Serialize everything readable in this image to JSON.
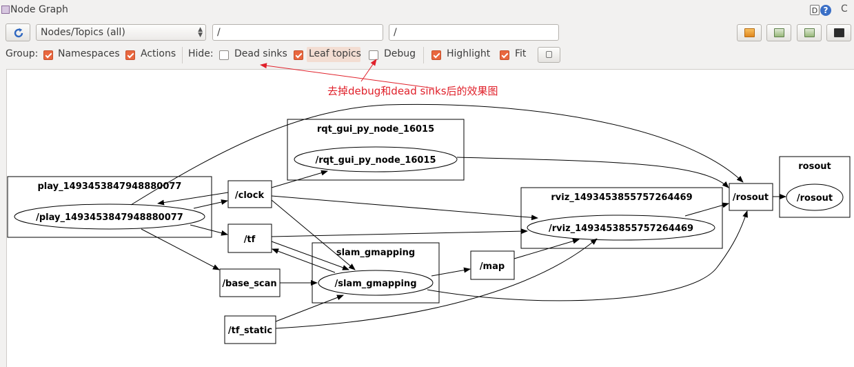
{
  "window": {
    "title": "Node Graph",
    "d_label": "D",
    "help_label": "?",
    "close_partial": "C"
  },
  "toolbar": {
    "view_mode": "Nodes/Topics (all)",
    "namespace_filter": "/",
    "topic_filter": "/"
  },
  "options": {
    "group_label": "Group:",
    "namespaces": {
      "label": "Namespaces",
      "checked": true
    },
    "actions": {
      "label": "Actions",
      "checked": true
    },
    "hide_label": "Hide:",
    "dead_sinks": {
      "label": "Dead sinks",
      "checked": false
    },
    "leaf_topics": {
      "label": "Leaf topics",
      "checked": true
    },
    "debug": {
      "label": "Debug",
      "checked": false
    },
    "highlight": {
      "label": "Highlight",
      "checked": true
    },
    "fit": {
      "label": "Fit",
      "checked": true
    }
  },
  "annotation": {
    "text": "去掉debug和dead sinks后的效果图",
    "color": "#e0202a"
  },
  "graph": {
    "clusters": {
      "rqt": "rqt_gui_py_node_16015",
      "play": "play_1493453847948880077",
      "rviz": "rviz_1493453855757264469",
      "slam": "slam_gmapping",
      "rosout": "rosout"
    },
    "nodes": {
      "rqt": "/rqt_gui_py_node_16015",
      "play": "/play_1493453847948880077",
      "rviz": "/rviz_1493453855757264469",
      "slam": "/slam_gmapping",
      "rosout_node": "/rosout"
    },
    "topics": {
      "clock": "/clock",
      "tf": "/tf",
      "base_scan": "/base_scan",
      "tf_static": "/tf_static",
      "map": "/map",
      "rosout": "/rosout"
    }
  },
  "colors": {
    "accent_checkbox": "#e9673f",
    "annotation": "#e0202a",
    "leaf_highlight": "#f3ddd2"
  }
}
